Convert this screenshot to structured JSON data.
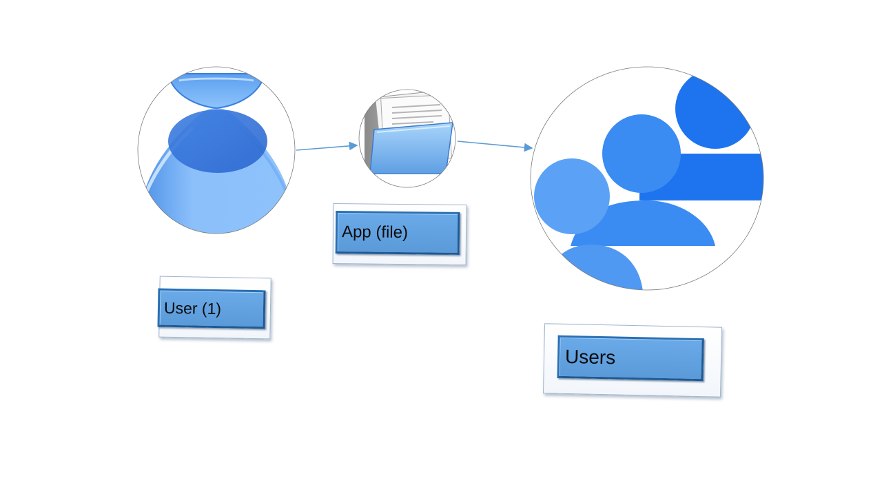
{
  "nodes": [
    {
      "id": "user",
      "label": "User (1)",
      "icon": "user-icon"
    },
    {
      "id": "app",
      "label": "App (file)",
      "icon": "folder-icon"
    },
    {
      "id": "users",
      "label": "Users",
      "icon": "users-group-icon"
    }
  ],
  "colors": {
    "accent": "#5b9bd5",
    "label_fill": "#5fa0e0",
    "label_border": "#2a6fb5",
    "connector": "#5b9bd5"
  }
}
